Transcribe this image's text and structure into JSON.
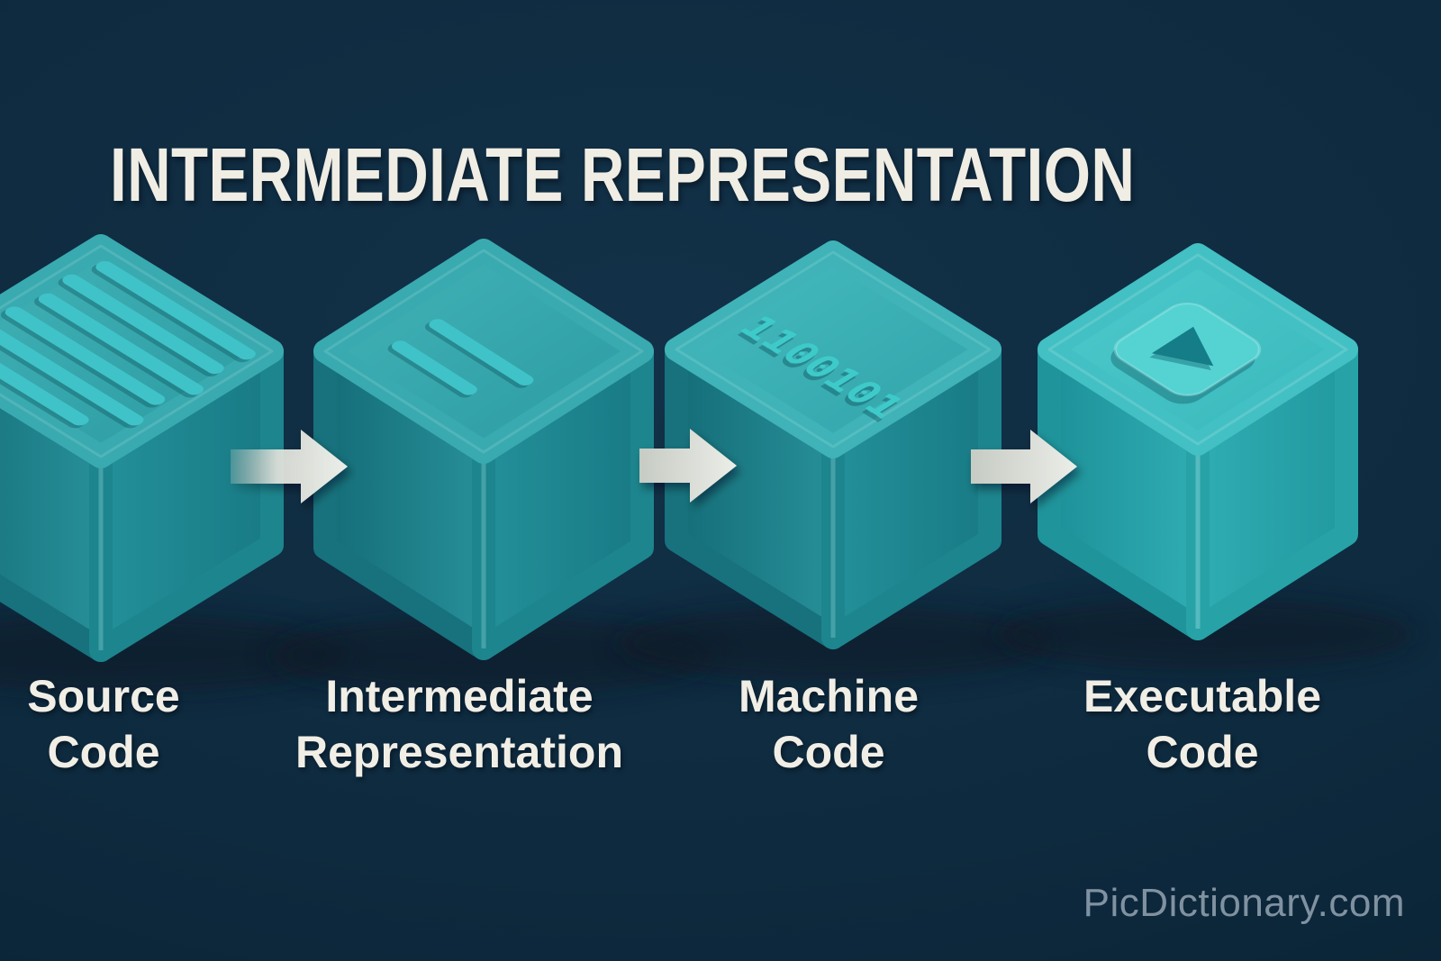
{
  "title": "INTERMEDIATE REPRESENTATION",
  "watermark": "PicDictionary.com",
  "colors": {
    "background": "#0e2a3e",
    "title_text": "#f0ede4",
    "label_text": "#f1eee6",
    "watermark_text": "#8798a7",
    "cube_top": "#35a7ad",
    "cube_left_face": "#146d78",
    "cube_right_face": "#1d858e",
    "cube_accent_lines": "#3fc3c8",
    "binary_digits": "#3fcaca",
    "cube4_top": "#41c2c4",
    "cube4_plate": "#55d3d3",
    "cube4_play": "#147d88",
    "arrow": "#eceee8"
  },
  "stages": [
    {
      "id": "source-code",
      "icon": "code-lines-icon",
      "label_lines": [
        "Source",
        "Code"
      ]
    },
    {
      "id": "intermediate-representation",
      "icon": "ir-lines-icon",
      "label_lines": [
        "Intermediate",
        "Representation"
      ]
    },
    {
      "id": "machine-code",
      "icon": "binary-icon",
      "binary": "1100101",
      "label_lines": [
        "Machine",
        "Code"
      ]
    },
    {
      "id": "executable-code",
      "icon": "play-icon",
      "label_lines": [
        "Executable",
        "Code"
      ]
    }
  ]
}
